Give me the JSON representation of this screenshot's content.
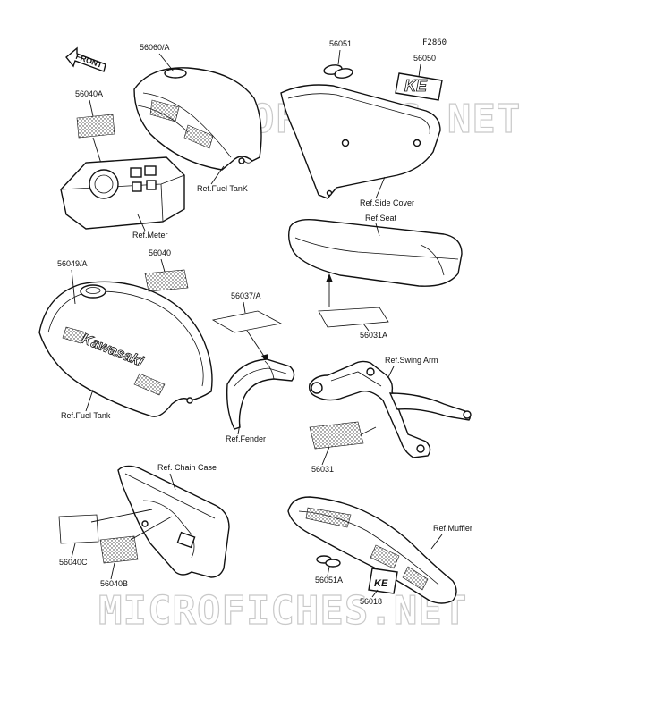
{
  "figure_code": "F2860",
  "front_arrow": "FRONT",
  "watermark": "MICROFICHES.NET",
  "fuel_tank_brand": "Kawasaki",
  "decal_ke": "KE",
  "labels": {
    "p56060A": "56060/A",
    "p56040A": "56040A",
    "ref_fuel_tank_top": "Ref.Fuel TanK",
    "ref_meter": "Ref.Meter",
    "p56051": "56051",
    "p56050": "56050",
    "ref_side_cover": "Ref.Side Cover",
    "ref_seat": "Ref.Seat",
    "p56049A": "56049/A",
    "p56040": "56040",
    "p56037A": "56037/A",
    "p56031A": "56031A",
    "ref_fuel_tank": "Ref.Fuel Tank",
    "ref_swing_arm": "Ref.Swing Arm",
    "ref_fender": "Ref.Fender",
    "p56031": "56031",
    "ref_chain_case": "Ref. Chain Case",
    "ref_muffler": "Ref.Muffler",
    "p56040C": "56040C",
    "p56040B": "56040B",
    "p56051A": "56051A",
    "p56018": "56018"
  }
}
